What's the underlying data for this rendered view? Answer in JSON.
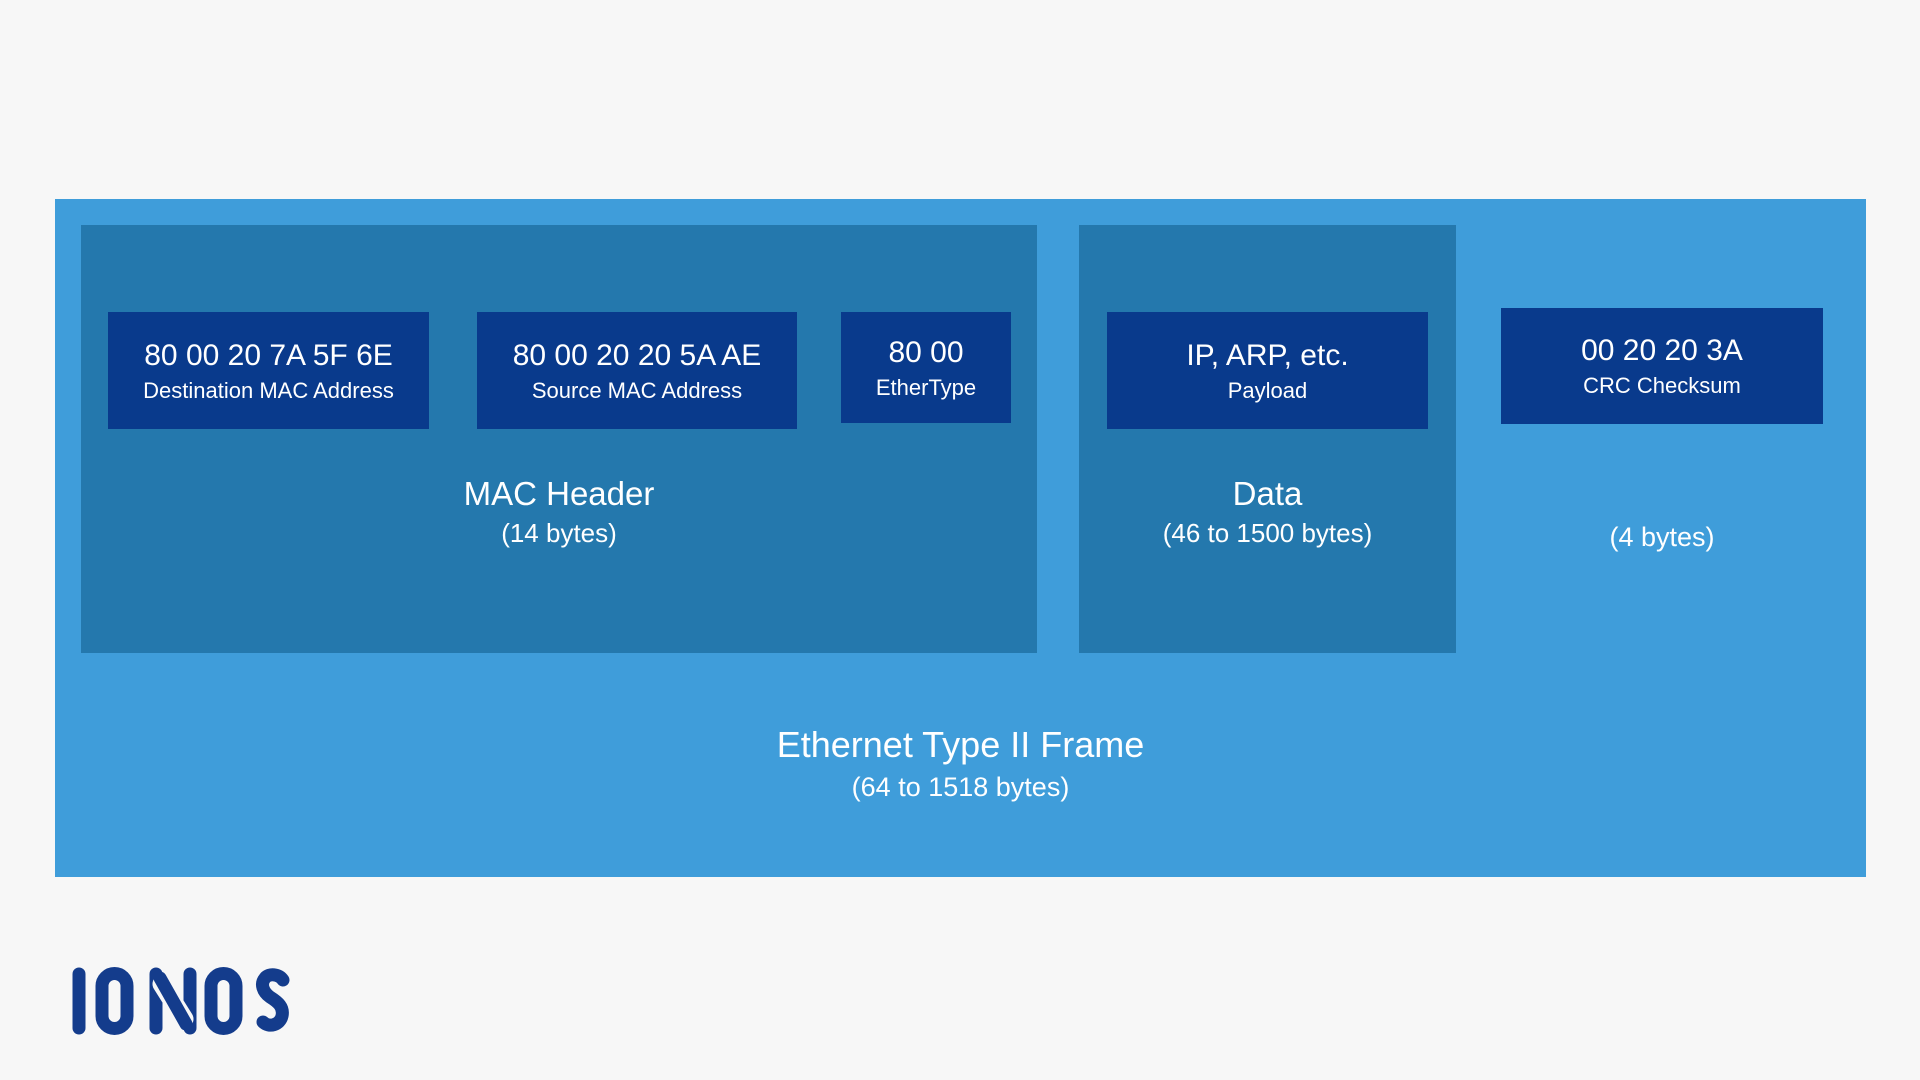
{
  "colors": {
    "background": "#f7f7f7",
    "frame": "#3f9dda",
    "section": "#2478ad",
    "box": "#093a8c",
    "logo": "#143c8c",
    "text": "#ffffff"
  },
  "frame": {
    "title": "Ethernet Type II Frame",
    "subtitle": "(64 to 1518 bytes)"
  },
  "mac_header": {
    "title": "MAC Header",
    "subtitle": "(14 bytes)",
    "fields": [
      {
        "value": "80 00 20 7A 5F 6E",
        "label": "Destination MAC Address"
      },
      {
        "value": "80 00 20 20 5A AE",
        "label": "Source MAC Address"
      },
      {
        "value": "80 00",
        "label": "EtherType"
      }
    ]
  },
  "data_block": {
    "title": "Data",
    "subtitle": "(46 to 1500 bytes)",
    "fields": [
      {
        "value": "IP, ARP, etc.",
        "label": "Payload"
      }
    ]
  },
  "crc": {
    "value": "00 20 20 3A",
    "label": "CRC Checksum",
    "subtitle": "(4 bytes)"
  },
  "logo": {
    "text": "IONOS"
  }
}
